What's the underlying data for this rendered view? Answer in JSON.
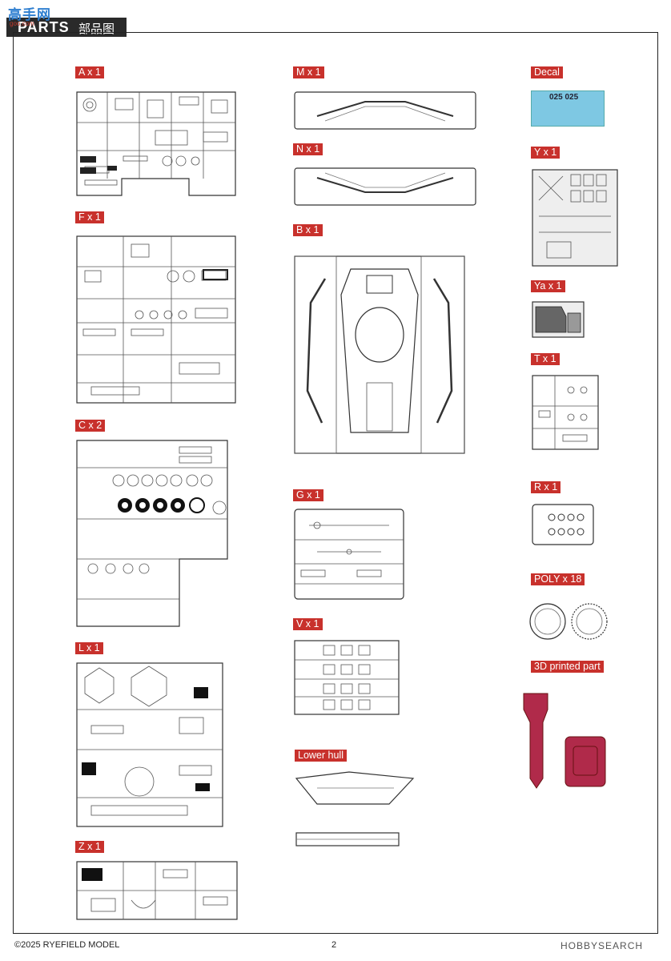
{
  "header": {
    "title": "PARTS",
    "title_cn": "部品图",
    "logo_text": "高手网",
    "logo_sub": "goo.com"
  },
  "labels": {
    "A": "A x 1",
    "F": "F x 1",
    "C": "C x 2",
    "L": "L x 1",
    "Z": "Z x 1",
    "M": "M x 1",
    "N": "N x 1",
    "B": "B x 1",
    "G": "G x 1",
    "V": "V x 1",
    "lower": "Lower hull",
    "decal": "Decal",
    "Y": "Y x 1",
    "Ya": "Ya x 1",
    "T": "T x 1",
    "R": "R x 1",
    "poly": "POLY x 18",
    "printed": "3D printed part"
  },
  "decal": {
    "numbers": "025 025"
  },
  "footer": {
    "copyright": "©2025 RYEFIELD MODEL",
    "page": "2",
    "watermark": "HOBBYSEARCH"
  },
  "colors": {
    "label_bg": "#c8312c",
    "decal_bg": "#7ec8e3",
    "printed_part": "#b02a4a"
  }
}
